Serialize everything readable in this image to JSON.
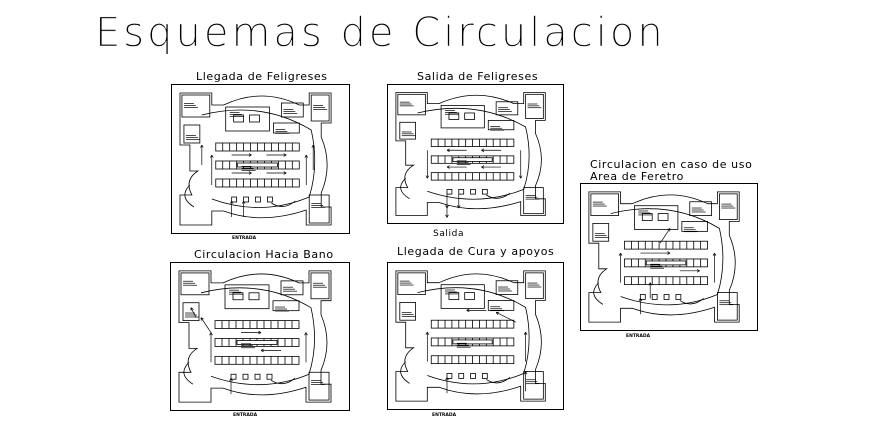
{
  "title": "Esquemas de Circulacion",
  "panels": [
    {
      "id": "p1",
      "caption": "Llegada de Feligreses",
      "entry": "ENTRADA"
    },
    {
      "id": "p2",
      "caption": "Salida de Feligreses",
      "exit": "Salida"
    },
    {
      "id": "p3",
      "caption": "Circulacion Hacia Bano",
      "entry": "ENTRADA"
    },
    {
      "id": "p4",
      "caption": "Llegada de Cura y apoyos",
      "entry": "ENTRADA"
    },
    {
      "id": "p5",
      "caption_line1": "Circulacion en caso de uso",
      "caption_line2": "Area de Feretro",
      "entry": "ENTRADA"
    }
  ]
}
